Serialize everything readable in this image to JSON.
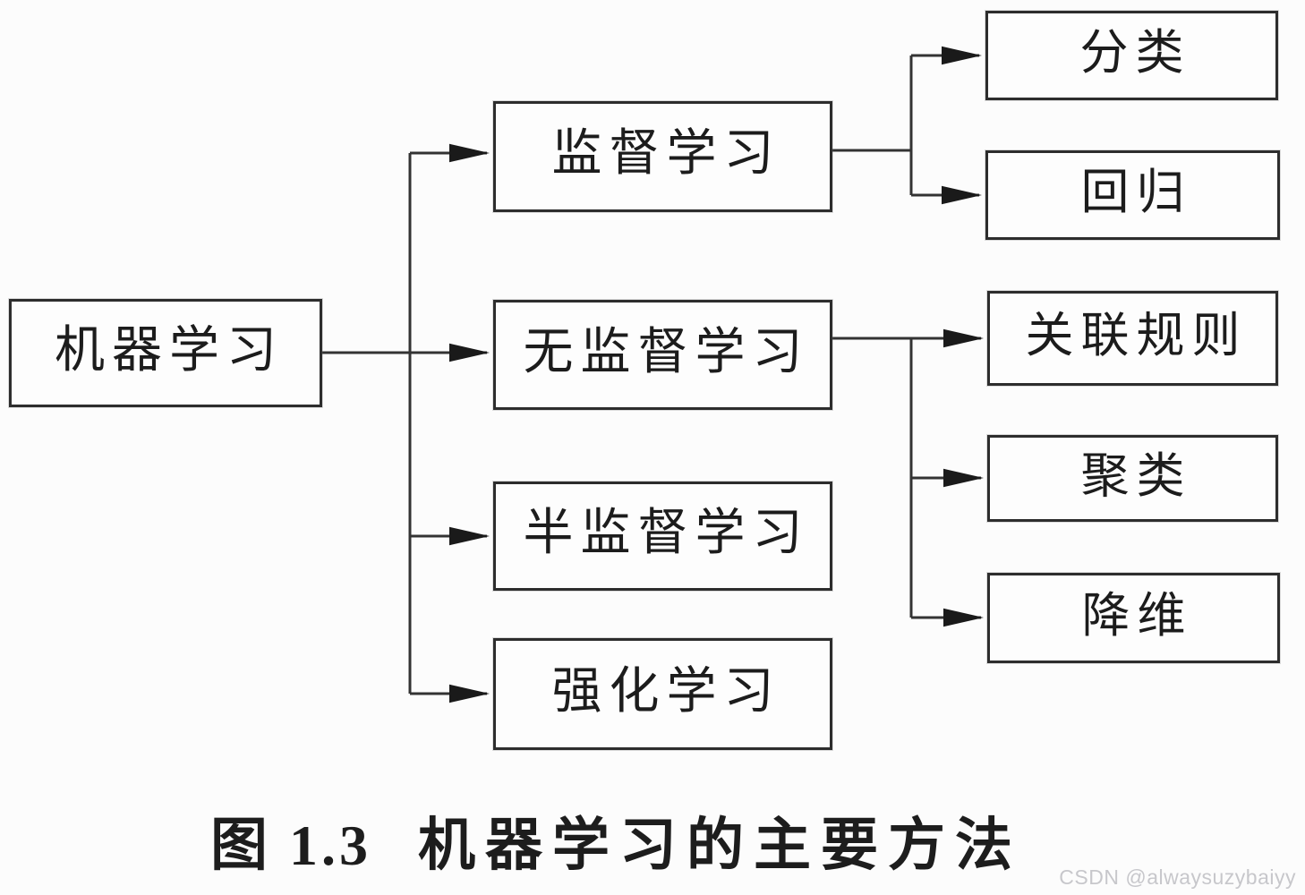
{
  "diagram": {
    "root": {
      "label": "机器学习"
    },
    "branches": [
      {
        "label": "监督学习",
        "children": [
          {
            "label": "分类"
          },
          {
            "label": "回归"
          }
        ]
      },
      {
        "label": "无监督学习",
        "children": [
          {
            "label": "关联规则"
          },
          {
            "label": "聚类"
          },
          {
            "label": "降维"
          }
        ]
      },
      {
        "label": "半监督学习",
        "children": []
      },
      {
        "label": "强化学习",
        "children": []
      }
    ]
  },
  "caption": {
    "figure_number": "图 1.3",
    "title": "机器学习的主要方法"
  },
  "watermark": "CSDN @alwaysuzybaiyy",
  "colors": {
    "line": "#333333",
    "box_border": "#2d2d2d",
    "text": "#1c1c1c",
    "background": "#fcfcfc",
    "arrow": "#1a1a1a",
    "watermark": "#c7c7cb"
  }
}
